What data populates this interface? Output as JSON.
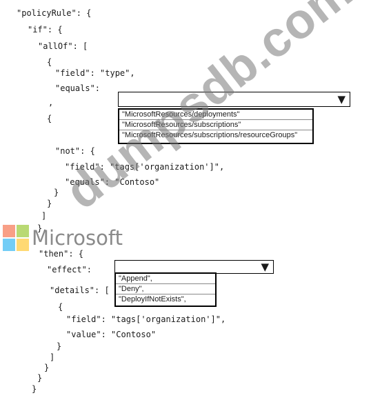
{
  "code_lines": [
    "\"policyRule\": {",
    "\"if\": {",
    "\"allOf\": [",
    "{",
    "\"field\": \"type\",",
    "\"equals\":",
    ",",
    "{",
    "\"not\": {",
    "\"field\": \"tags['organization']\",",
    "\"equals\": \"Contoso\"",
    "}",
    "}",
    "]",
    "},",
    "\"then\": {",
    "\"effect\":",
    "\"details\": [",
    "{",
    "\"field\": \"tags['organization']\",",
    "\"value\": \"Contoso\"",
    "}",
    "]",
    "}",
    "}",
    "}"
  ],
  "dropdown1": {
    "arrow": "▼",
    "options": [
      "\"MicrosoftResources/deployments\"",
      "\"MicrosoftResources/subscriptions\"",
      "\"MicrosoftResources/subscriptions/resourceGroups\""
    ]
  },
  "dropdown2": {
    "arrow": "▼",
    "options": [
      "\"Append\",",
      "\"Deny\",",
      "\"DeployIfNotExists\","
    ]
  },
  "overlay": {
    "watermark": "dumpsdb.com",
    "logo_text": "Microsoft",
    "logo_colors": [
      "#f25022",
      "#7fba00",
      "#00a4ef",
      "#ffb900"
    ]
  }
}
